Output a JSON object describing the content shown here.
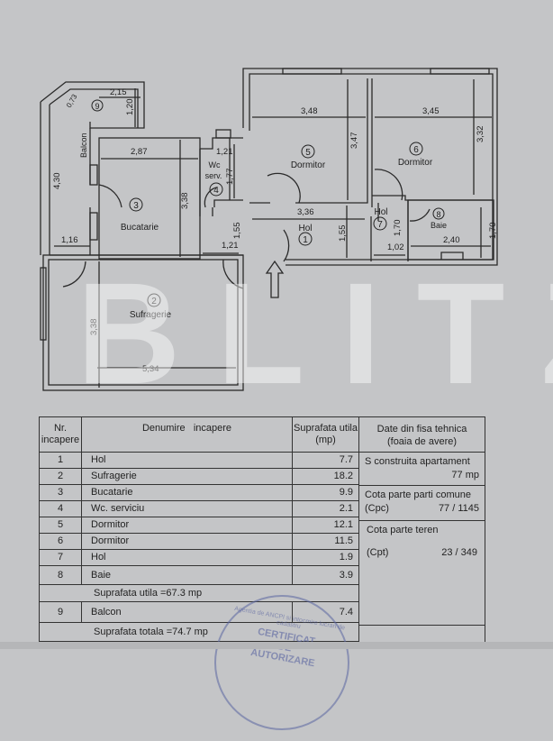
{
  "plan": {
    "rooms": [
      {
        "nr": "1",
        "name": "Hol"
      },
      {
        "nr": "2",
        "name": "Sufragerie"
      },
      {
        "nr": "3",
        "name": "Bucatarie"
      },
      {
        "nr": "4",
        "name": "Wc",
        "name2": "serv."
      },
      {
        "nr": "5",
        "name": "Dormitor"
      },
      {
        "nr": "6",
        "name": "Dormitor"
      },
      {
        "nr": "7",
        "name": "Hol"
      },
      {
        "nr": "8",
        "name": "Baie"
      },
      {
        "nr": "9",
        "name": "Balcon"
      }
    ],
    "dims": {
      "balcon_w": "2,15",
      "balcon_h": "1,20",
      "balcon_diag": "0,73",
      "balcon_len": "4,30",
      "balcon_bottom": "1,16",
      "kitchen_w": "2,87",
      "kitchen_h": "3,38",
      "wc_w": "1,21",
      "wc_h": "1,77",
      "hall_w": "1,21",
      "hall_h": "1,55",
      "bed5_w": "3,48",
      "bed5_h": "3,47",
      "bed6_w": "3,45",
      "bed6_h": "3,32",
      "hol1_w": "3,36",
      "hol1_h": "1,55",
      "hol7_w": "1,02",
      "hol7_h": "1,70",
      "baie_w": "2,40",
      "baie_h": "1,70",
      "living_w": "5,34",
      "living_h": "3,38"
    }
  },
  "watermark": "BLITZ",
  "table": {
    "headers": {
      "nr": "Nr.",
      "nr2": "incapere",
      "name": "Denumire   incapere",
      "area": "Suprafata utila",
      "area2": "(mp)",
      "tech": "Date din fisa tehnica",
      "tech2": "(foaia de avere)"
    },
    "rows": [
      {
        "nr": "1",
        "name": "Hol",
        "area": "7.7"
      },
      {
        "nr": "2",
        "name": "Sufragerie",
        "area": "18.2"
      },
      {
        "nr": "3",
        "name": "Bucatarie",
        "area": "9.9"
      },
      {
        "nr": "4",
        "name": "Wc. serviciu",
        "area": "2.1"
      },
      {
        "nr": "5",
        "name": "Dormitor",
        "area": "12.1"
      },
      {
        "nr": "6",
        "name": "Dormitor",
        "area": "11.5"
      },
      {
        "nr": "7",
        "name": "Hol",
        "area": "1.9"
      },
      {
        "nr": "8",
        "name": "Baie",
        "area": "3.9"
      }
    ],
    "useful_total": "Suprafata utila =67.3 mp",
    "balcon": {
      "nr": "9",
      "name": "Balcon",
      "area": "7.4"
    },
    "grand_total": "Suprafata totala =74.7 mp",
    "tech": {
      "built_label": "S construita apartament",
      "built_value": "77 mp",
      "common_label": "Cota parte parti comune",
      "common_code": "(Cpc)",
      "common_value": "77 / 1145",
      "land_label": "Cota parte teren",
      "land_code": "(Cpt)",
      "land_value": "23 / 349"
    }
  },
  "stamp": {
    "ring": "Agentia de ANCPI si intocmire lucrari de cadastru",
    "line1": "CERTIFICAT",
    "line2": "DE",
    "line3": "AUTORIZARE"
  }
}
